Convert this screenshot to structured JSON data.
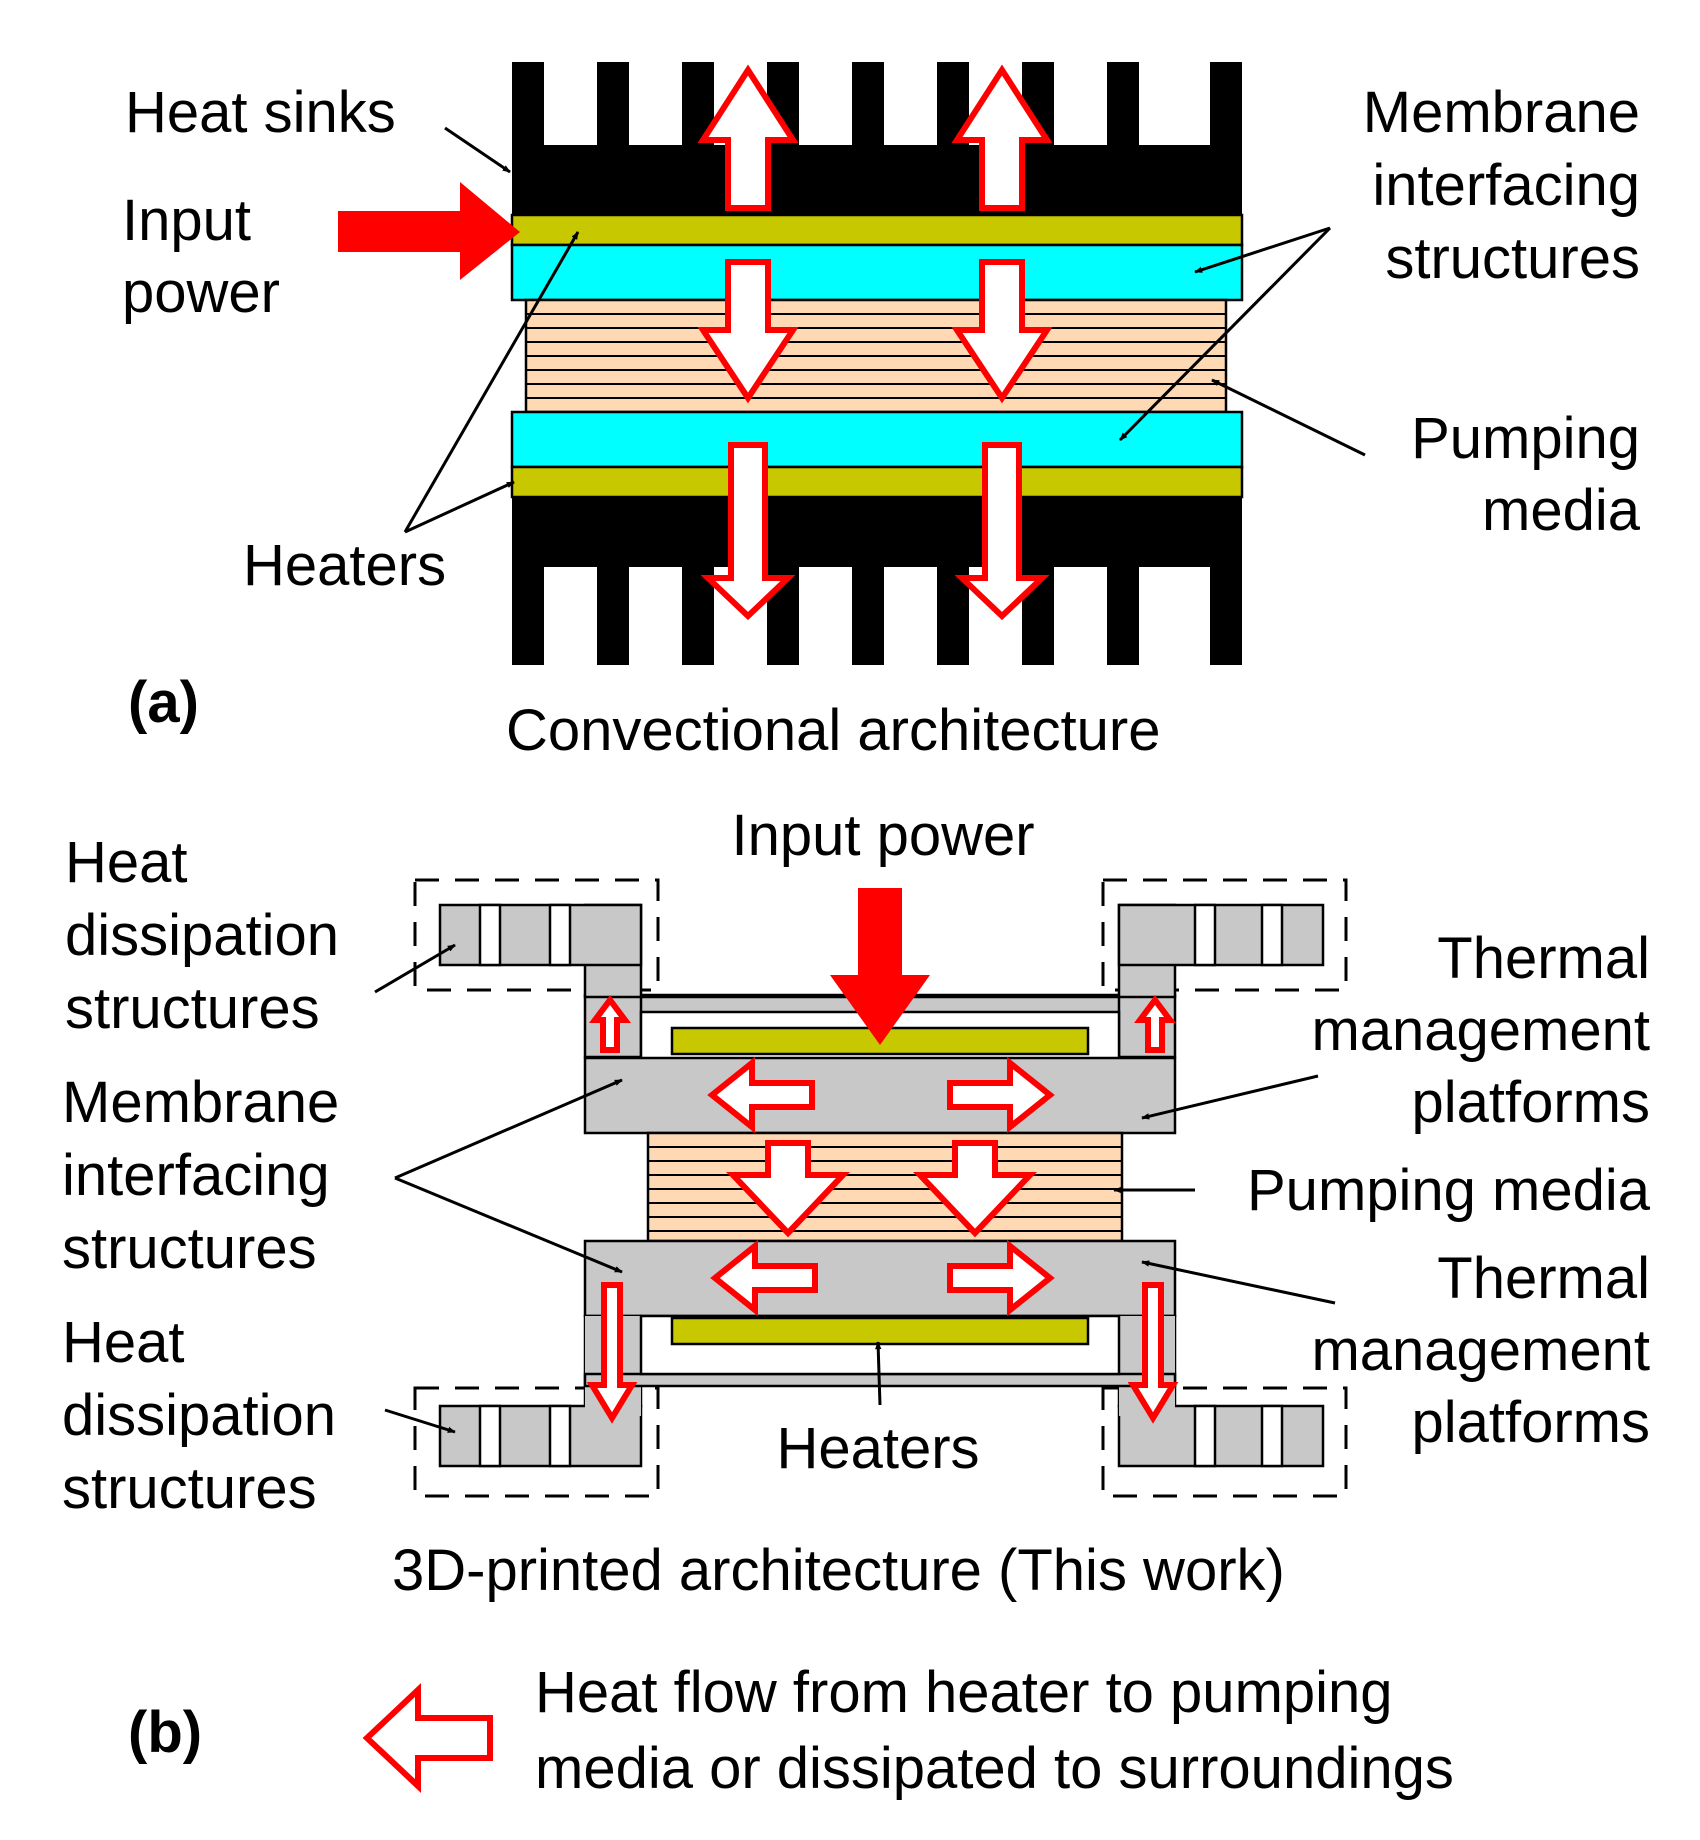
{
  "panel_a": {
    "tag": "(a)",
    "caption": "Convectional architecture",
    "labels": {
      "heat_sinks": "Heat sinks",
      "input_power_1": "Input",
      "input_power_2": "power",
      "heaters": "Heaters",
      "membrane_1": "Membrane",
      "membrane_2": "interfacing",
      "membrane_3": "structures",
      "pumping_1": "Pumping",
      "pumping_2": "media"
    }
  },
  "panel_b": {
    "tag": "(b)",
    "caption": "3D-printed architecture (This work)",
    "labels": {
      "input_power": "Input power",
      "heat_diss_top_1": "Heat",
      "heat_diss_top_2": "dissipation",
      "heat_diss_top_3": "structures",
      "membrane_1": "Membrane",
      "membrane_2": "interfacing",
      "membrane_3": "structures",
      "heat_diss_bot_1": "Heat",
      "heat_diss_bot_2": "dissipation",
      "heat_diss_bot_3": "structures",
      "thermal_top_1": "Thermal",
      "thermal_top_2": "management",
      "thermal_top_3": "platforms",
      "pumping_media": "Pumping media",
      "thermal_bot_1": "Thermal",
      "thermal_bot_2": "management",
      "thermal_bot_3": "platforms",
      "heaters": "Heaters"
    }
  },
  "legend": {
    "line_1": "Heat flow from heater to pumping",
    "line_2": "media or dissipated to surroundings"
  },
  "colors": {
    "heat_sink": "#000000",
    "heater": "#c8c800",
    "membrane": "#00ffff",
    "pumping_media": "#ffd9b3",
    "platform": "#c8c8c8",
    "arrow": "#ff0000"
  }
}
